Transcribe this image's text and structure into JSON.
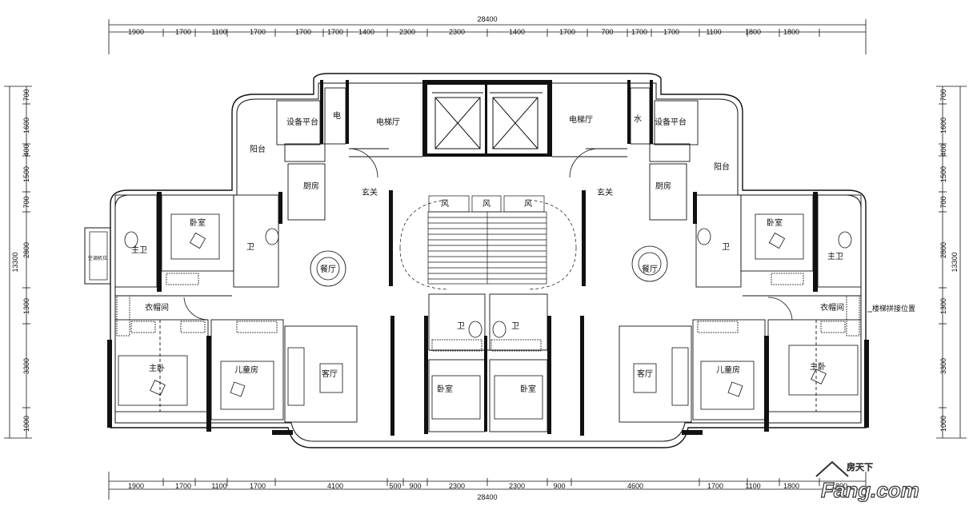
{
  "dimensions": {
    "total_width": "28400",
    "total_height": "13300",
    "top_segments": [
      "1900",
      "1700",
      "1100",
      "1700",
      "1700",
      "1700",
      "1400",
      "2300",
      "2300",
      "1400",
      "1700",
      "700",
      "1700",
      "1700",
      "1100",
      "1800",
      "1800"
    ],
    "bottom_segments": [
      "1900",
      "1700",
      "1100",
      "1700",
      "4100",
      "500",
      "900",
      "2300",
      "2300",
      "900",
      "4600",
      "1700",
      "1100",
      "1800",
      "1800"
    ],
    "left_segments": [
      "700",
      "1600",
      "400",
      "1500",
      "700",
      "2800",
      "1300",
      "3300",
      "1000"
    ],
    "right_segments": [
      "700",
      "1600",
      "400",
      "1500",
      "700",
      "2800",
      "1300",
      "3300",
      "1000"
    ]
  },
  "rooms": {
    "left": {
      "equipment_platform": "设备平台",
      "electric": "电",
      "elevator_hall": "电梯厅",
      "balcony": "阳台",
      "kitchen": "厨房",
      "foyer": "玄关",
      "bedroom": "卧室",
      "master_bath": "主卫",
      "bath": "卫",
      "dining": "餐厅",
      "closet": "衣帽间",
      "master_bedroom": "主卧",
      "kids_room": "儿童房",
      "living": "客厅",
      "aircon_label": "空调机位"
    },
    "center": {
      "wind1": "风",
      "wind2": "风",
      "wind3": "风",
      "bath_left": "卫",
      "bath_right": "卫",
      "bedroom_left": "卧室",
      "bedroom_right": "卧室"
    },
    "right": {
      "water": "水",
      "equipment_platform": "设备平台",
      "elevator_hall": "电梯厅",
      "balcony": "阳台",
      "kitchen": "厨房",
      "foyer": "玄关",
      "bedroom": "卧室",
      "bath": "卫",
      "master_bath": "主卫",
      "dining": "餐厅",
      "closet": "衣帽间",
      "kids_room": "儿童房",
      "master_bedroom": "主卧",
      "living": "客厅"
    }
  },
  "annotations": {
    "stair_connection": "楼梯拼接位置"
  },
  "watermark": {
    "brand": "Fang.com",
    "cn": "房天下"
  },
  "colors": {
    "line": "#111111",
    "background": "#ffffff"
  }
}
